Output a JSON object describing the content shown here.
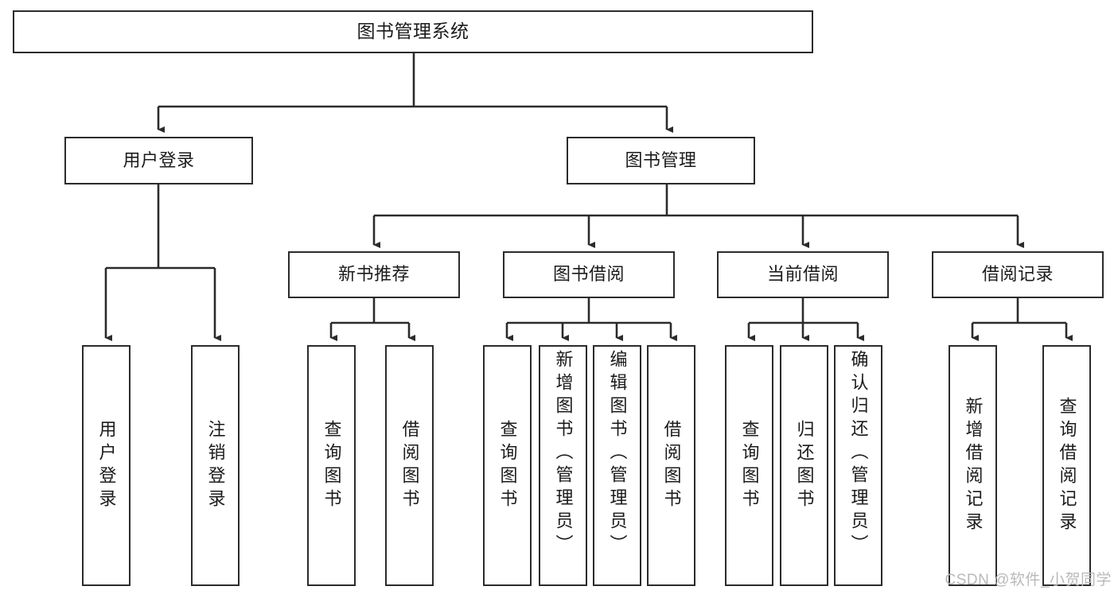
{
  "diagram": {
    "type": "tree-hierarchy",
    "title": "图书管理系统",
    "orientation": "top-down",
    "colors": {
      "stroke": "#2b2b2b",
      "fill": "#ffffff",
      "text": "#1b1b1b",
      "watermark": "#b9b9b9"
    },
    "levels": {
      "root": "图书管理系统",
      "level2": [
        "用户登录",
        "图书管理"
      ],
      "level3": [
        "新书推荐",
        "图书借阅",
        "当前借阅",
        "借阅记录"
      ]
    },
    "nodes": {
      "root": {
        "label": "图书管理系统"
      },
      "user_login": {
        "label": "用户登录"
      },
      "book_manage": {
        "label": "图书管理"
      },
      "new_book_rec": {
        "label": "新书推荐"
      },
      "book_borrow": {
        "label": "图书借阅"
      },
      "current_borrow": {
        "label": "当前借阅"
      },
      "borrow_record": {
        "label": "借阅记录"
      },
      "leaf_user_login": {
        "label": "用户登录"
      },
      "leaf_user_logout": {
        "label": "注销登录"
      },
      "leaf_query_book_1": {
        "label": "查询图书"
      },
      "leaf_borrow_book_1": {
        "label": "借阅图书"
      },
      "leaf_query_book_2": {
        "label": "查询图书"
      },
      "leaf_add_book": {
        "label": "新增图书（管理员）"
      },
      "leaf_edit_book": {
        "label": "编辑图书（管理员）"
      },
      "leaf_borrow_book_2": {
        "label": "借阅图书"
      },
      "leaf_query_book_3": {
        "label": "查询图书"
      },
      "leaf_return_book": {
        "label": "归还图书"
      },
      "leaf_confirm_return": {
        "label": "确认归还（管理员）"
      },
      "leaf_add_record": {
        "label": "新增借阅记录"
      },
      "leaf_query_record": {
        "label": "查询借阅记录"
      }
    },
    "edges": [
      {
        "from": "root",
        "to": "user_login"
      },
      {
        "from": "root",
        "to": "book_manage"
      },
      {
        "from": "user_login",
        "to": "leaf_user_login"
      },
      {
        "from": "user_login",
        "to": "leaf_user_logout"
      },
      {
        "from": "book_manage",
        "to": "new_book_rec"
      },
      {
        "from": "book_manage",
        "to": "book_borrow"
      },
      {
        "from": "book_manage",
        "to": "current_borrow"
      },
      {
        "from": "book_manage",
        "to": "borrow_record"
      },
      {
        "from": "new_book_rec",
        "to": "leaf_query_book_1"
      },
      {
        "from": "new_book_rec",
        "to": "leaf_borrow_book_1"
      },
      {
        "from": "book_borrow",
        "to": "leaf_query_book_2"
      },
      {
        "from": "book_borrow",
        "to": "leaf_add_book"
      },
      {
        "from": "book_borrow",
        "to": "leaf_edit_book"
      },
      {
        "from": "book_borrow",
        "to": "leaf_borrow_book_2"
      },
      {
        "from": "current_borrow",
        "to": "leaf_query_book_3"
      },
      {
        "from": "current_borrow",
        "to": "leaf_return_book"
      },
      {
        "from": "current_borrow",
        "to": "leaf_confirm_return"
      },
      {
        "from": "borrow_record",
        "to": "leaf_add_record"
      },
      {
        "from": "borrow_record",
        "to": "leaf_query_record"
      }
    ]
  },
  "watermark": {
    "text": "CSDN @软件_小贺同学"
  }
}
